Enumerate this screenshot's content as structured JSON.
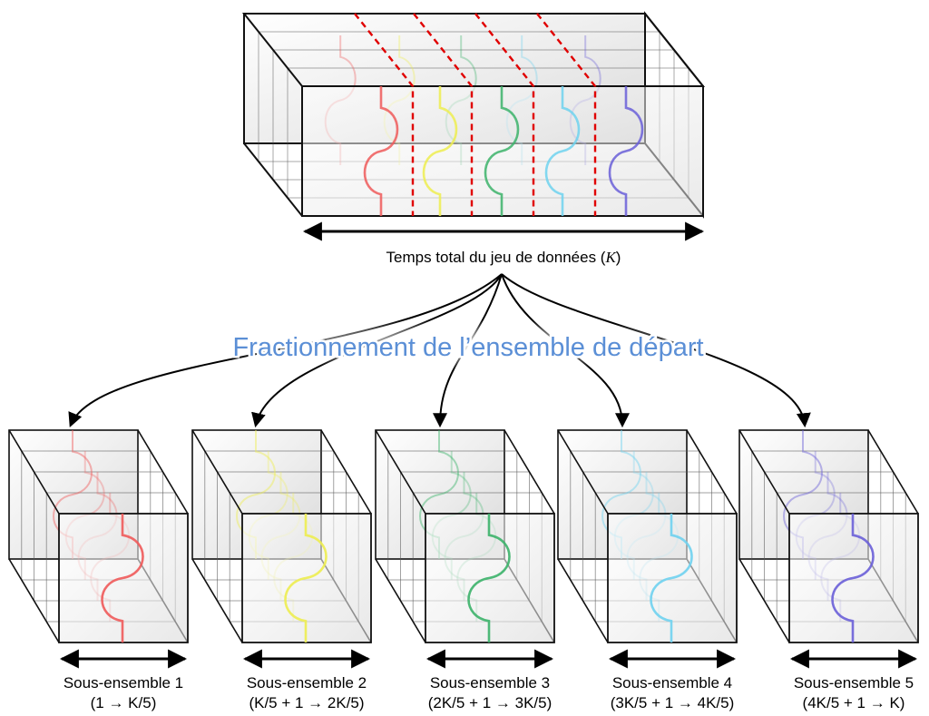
{
  "dataset": {
    "label_prefix": "Temps total du jeu de données (",
    "label_symbol": "K",
    "label_suffix": ")",
    "colors": [
      "#ef5a5a",
      "#eded50",
      "#3cb36a",
      "#6fd2ef",
      "#6a5fd8"
    ]
  },
  "split_title": "Fractionnement de l’ensemble de départ",
  "split_title_color": "#5b8fd6",
  "divider_color": "#e00000",
  "subsets": [
    {
      "name": "Sous-ensemble 1",
      "range_text": "(1 → K/5)",
      "color": "#ef5a5a"
    },
    {
      "name": "Sous-ensemble 2",
      "range_text": "(K/5 + 1 → 2K/5)",
      "color": "#eded50"
    },
    {
      "name": "Sous-ensemble 3",
      "range_text": "(2K/5 + 1 → 3K/5)",
      "color": "#3cb36a"
    },
    {
      "name": "Sous-ensemble 4",
      "range_text": "(3K/5 + 1 → 4K/5)",
      "color": "#6fd2ef"
    },
    {
      "name": "Sous-ensemble 5",
      "range_text": "(4K/5 + 1 → K)",
      "color": "#6a5fd8"
    }
  ]
}
